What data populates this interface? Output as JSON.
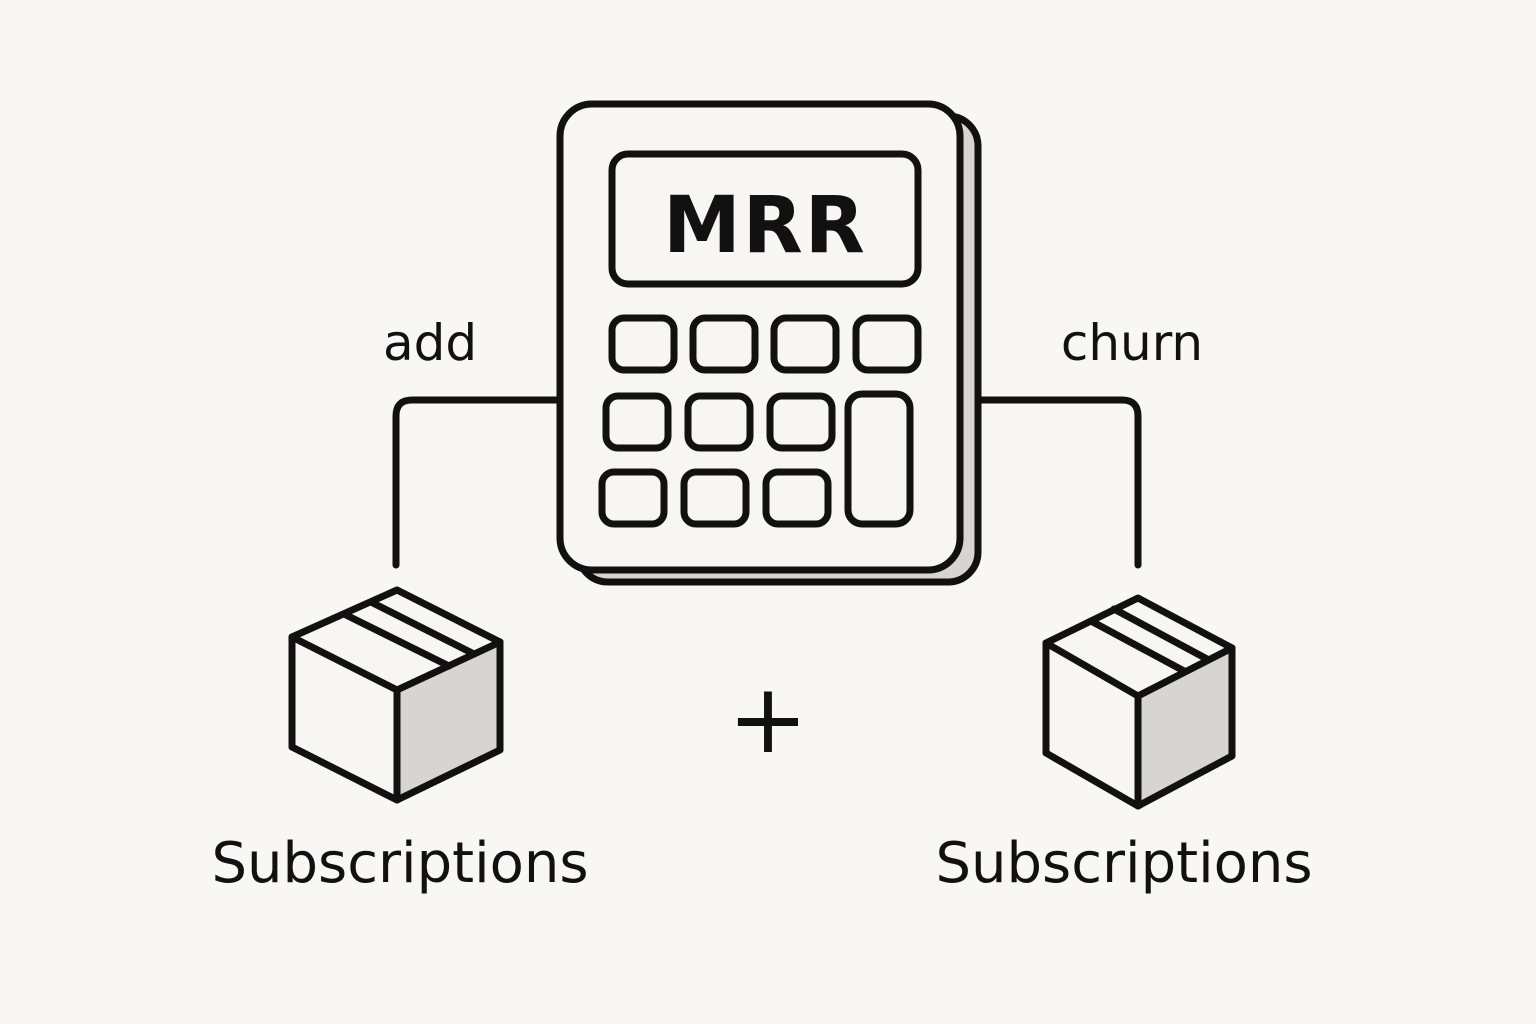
{
  "calculator": {
    "display_text": "MRR"
  },
  "connectors": {
    "left_label": "add",
    "right_label": "churn"
  },
  "operator": {
    "symbol": "+"
  },
  "boxes": [
    {
      "label": "Subscriptions"
    },
    {
      "label": "Subscriptions"
    }
  ],
  "colors": {
    "background": "#f9f7f3",
    "ink": "#111111",
    "face": "#f8f6f2",
    "shade": "#d7d5d1"
  },
  "icons": {
    "calculator": "calculator-icon",
    "box": "box-icon"
  }
}
